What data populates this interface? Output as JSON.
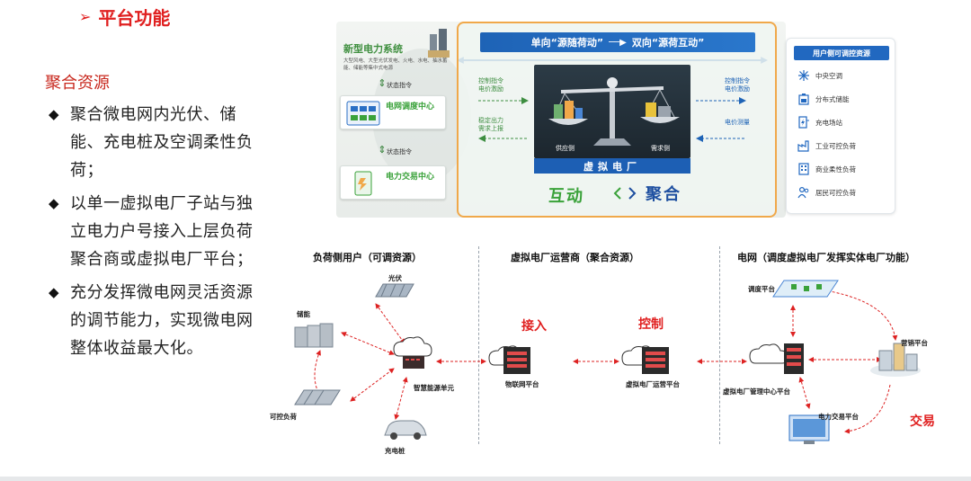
{
  "header": {
    "arrow": "➢",
    "title": "平台功能"
  },
  "left": {
    "heading": "聚合资源",
    "bullets": [
      "聚合微电网内光伏、储能、充电桩及空调柔性负荷；",
      "以单一虚拟电厂子站与独立电力户号接入上层负荷聚合商或虚拟电厂平台；",
      "充分发挥微电网灵活资源的调节能力，实现微电网整体收益最大化。"
    ]
  },
  "top_diagram": {
    "system_title": "新型电力系统",
    "system_sub": "大型风电、大型光伏发电、火电、水电、抽水蓄能、储能等集中式电源",
    "status_label_1": "状态指令",
    "status_label_2": "状态指令",
    "dispatch_center": "电网调度中心",
    "trading_center": "电力交易中心",
    "banner_left": "单向“源随荷动”",
    "banner_right": "双向“源荷互动”",
    "left_side_1": "控制指令\n电价激励",
    "left_side_2": "稳定出力\n需求上报",
    "right_side_1": "控制指令\n电价激励",
    "right_side_2": "电价测量",
    "supply_side": "供应侧",
    "demand_side": "需求侧",
    "vpp": "虚拟电厂",
    "interact": "互动",
    "aggregate": "聚合",
    "user_panel": {
      "title": "用户侧可调控资源",
      "items": [
        {
          "label": "中央空调",
          "icon": "snowflake-icon"
        },
        {
          "label": "分布式储能",
          "icon": "battery-icon"
        },
        {
          "label": "充电场站",
          "icon": "charging-icon"
        },
        {
          "label": "工业可控负荷",
          "icon": "factory-icon"
        },
        {
          "label": "商业柔性负荷",
          "icon": "building-icon"
        },
        {
          "label": "居民可控负荷",
          "icon": "people-icon"
        }
      ]
    }
  },
  "bottom_diagram": {
    "col1_heading": "负荷侧用户（可调资源）",
    "col2_heading": "虚拟电厂运营商（聚合资源）",
    "col3_heading": "电网（调度虚拟电厂发挥实体电厂功能）",
    "pv": "光伏",
    "storage": "储能",
    "controllable_load": "可控负荷",
    "charging_pile": "充电桩",
    "smart_unit": "智慧能源单元",
    "iot_platform": "物联网平台",
    "vpp_operator": "虚拟电厂运营平台",
    "access": "接入",
    "control": "控制",
    "dispatch_platform": "调度平台",
    "marketing_platform": "营销平台",
    "vpp_mgmt_center": "虚拟电厂管理中心平台",
    "trading_platform": "电力交易平台",
    "trading": "交易"
  },
  "colors": {
    "accent_red": "#e02020",
    "primary_blue": "#1e63b6",
    "green": "#3aa23a",
    "frame_orange": "#f0a84a"
  }
}
